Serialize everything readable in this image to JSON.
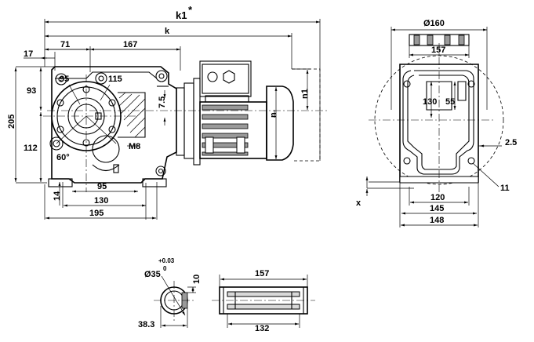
{
  "front_view": {
    "k1": "k1",
    "k1_mark": "*",
    "k": "k",
    "d17": "17",
    "d71": "71",
    "d167": "167",
    "d93": "93",
    "d205": "205",
    "d112": "112",
    "d95_circle": "95",
    "d115": "115",
    "d7_5": "7.5",
    "thread": "M8",
    "angle": "60°",
    "d14": "14",
    "d95_width": "95",
    "d130": "130",
    "d195": "195",
    "n": "n",
    "n1": "n1"
  },
  "side_view": {
    "d160": "Ø160",
    "d157": "157",
    "d130": "130",
    "d55": "55",
    "d2_5": "2.5",
    "d11": "11",
    "d120": "120",
    "d145": "145",
    "d148": "148",
    "x": "x"
  },
  "shaft_detail": {
    "diameter": "Ø35",
    "tol_upper": "+0.03",
    "tol_lower": "0",
    "d10": "10",
    "d38_3": "38.3",
    "d157": "157",
    "d132": "132"
  }
}
